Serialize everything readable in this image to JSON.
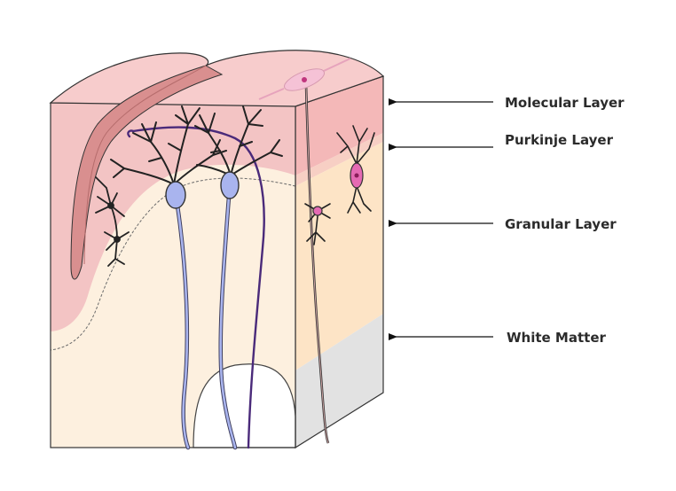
{
  "labels": {
    "molecular": "Molecular Layer",
    "purkinje": "Purkinje Layer",
    "granular": "Granular Layer",
    "white_matter": "White Matter"
  },
  "colors": {
    "molecular": "#f4c3c3",
    "purkinje": "#f6d7c8",
    "granular": "#fde9cf",
    "white_matter": "#e3e3e3",
    "purkinje_cell": "#a9b4ee",
    "climbing_fiber": "#5b2f8a",
    "neuron_pink": "#e56ab3"
  }
}
